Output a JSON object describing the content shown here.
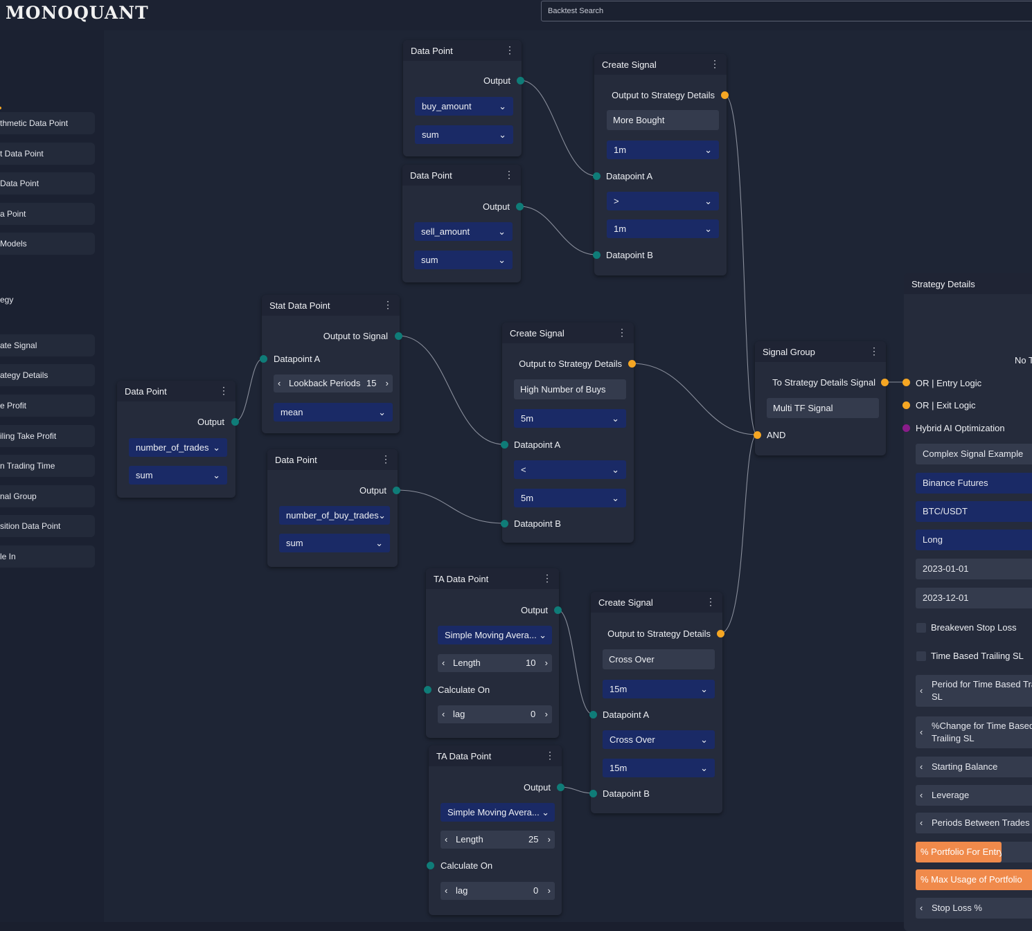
{
  "header": {
    "logo": "MONOQUANT",
    "search_placeholder": "Backtest Search"
  },
  "sidebar": {
    "items": [
      "thmetic Data Point",
      "t Data Point",
      "Data Point",
      "a Point",
      "Models",
      "ate Signal",
      "ategy Details",
      "e Profit",
      "iling Take Profit",
      "n Trading Time",
      "nal Group",
      "sition Data Point",
      "le In"
    ],
    "section_label": "egy"
  },
  "nodes": {
    "dp1": {
      "title": "Data Point",
      "output": "Output",
      "field": "buy_amount",
      "agg": "sum"
    },
    "dp2": {
      "title": "Data Point",
      "output": "Output",
      "field": "sell_amount",
      "agg": "sum"
    },
    "cs1": {
      "title": "Create Signal",
      "output": "Output to Strategy Details",
      "name": "More Bought",
      "tf_a": "1m",
      "dp_a": "Datapoint A",
      "op": ">",
      "tf_b": "1m",
      "dp_b": "Datapoint B"
    },
    "stat": {
      "title": "Stat Data Point",
      "output": "Output to Signal",
      "dp_a": "Datapoint A",
      "lookback_label": "Lookback Periods",
      "lookback_value": "15",
      "agg": "mean"
    },
    "dp3": {
      "title": "Data Point",
      "output": "Output",
      "field": "number_of_trades",
      "agg": "sum"
    },
    "dp4": {
      "title": "Data Point",
      "output": "Output",
      "field": "number_of_buy_trades",
      "agg": "sum"
    },
    "cs2": {
      "title": "Create Signal",
      "output": "Output to Strategy Details",
      "name": "High Number of Buys",
      "tf_a": "5m",
      "dp_a": "Datapoint A",
      "op": "<",
      "tf_b": "5m",
      "dp_b": "Datapoint B"
    },
    "sg": {
      "title": "Signal Group",
      "output": "To Strategy Details Signal",
      "name": "Multi TF Signal",
      "logic": "AND"
    },
    "ta1": {
      "title": "TA Data Point",
      "output": "Output",
      "indicator": "Simple Moving Avera...",
      "length_label": "Length",
      "length_value": "10",
      "calc": "Calculate On",
      "lag_label": "lag",
      "lag_value": "0"
    },
    "ta2": {
      "title": "TA Data Point",
      "output": "Output",
      "indicator": "Simple Moving Avera...",
      "length_label": "Length",
      "length_value": "25",
      "calc": "Calculate On",
      "lag_label": "lag",
      "lag_value": "0"
    },
    "cs3": {
      "title": "Create Signal",
      "output": "Output to Strategy Details",
      "name": "Cross Over",
      "tf_a": "15m",
      "dp_a": "Datapoint A",
      "op": "Cross Over",
      "tf_b": "15m",
      "dp_b": "Datapoint B"
    }
  },
  "strategy": {
    "title": "Strategy Details",
    "no_text": "No T",
    "entry": "OR | Entry Logic",
    "exit": "OR | Exit Logic",
    "hybrid": "Hybrid AI Optimization",
    "name": "Complex Signal Example",
    "exchange": "Binance Futures",
    "pair": "BTC/USDT",
    "side": "Long",
    "start": "2023-01-01",
    "end": "2023-12-01",
    "breakeven": "Breakeven Stop Loss",
    "time_trailing": "Time Based Trailing SL",
    "period_l1": "Period for Time Based Trai",
    "period_l2": "SL",
    "pct_l1": "%Change for Time Based",
    "pct_l2": "Trailing SL",
    "starting_balance": "Starting Balance",
    "leverage": "Leverage",
    "periods_between": "Periods Between Trades",
    "portfolio_entry": "% Portfolio For Entry",
    "max_usage": "% Max Usage of Portfolio",
    "stop_loss": "Stop Loss %"
  },
  "colors": {
    "teal_port": "#0f7c78",
    "orange_port": "#f5a623",
    "purple_port": "#8a1c8a",
    "select_bg": "#1a2a66",
    "orange_field": "#f08a4b"
  }
}
